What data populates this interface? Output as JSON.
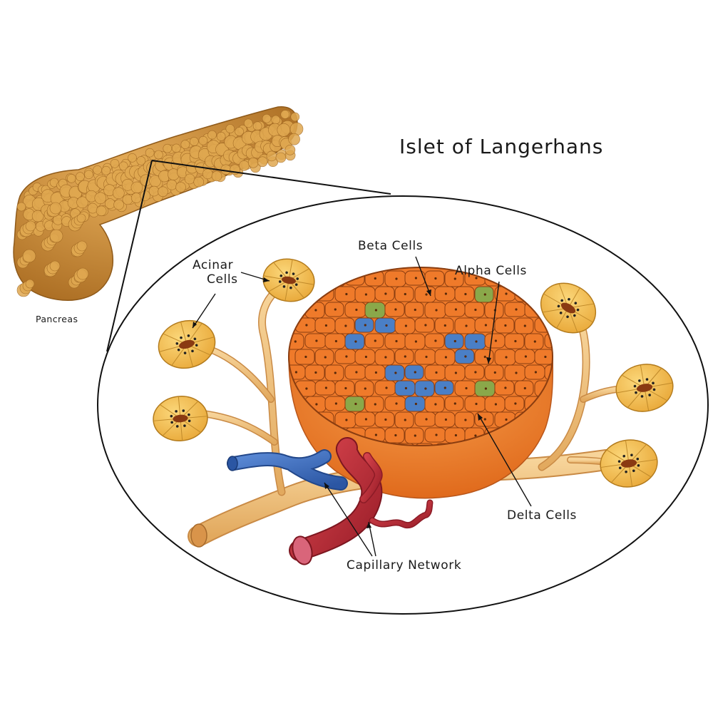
{
  "title": "Islet of Langerhans",
  "labels": {
    "pancreas": "Pancreas",
    "acinar_line1": "Acinar",
    "acinar_line2": "Cells",
    "beta": "Beta Cells",
    "alpha": "Alpha Cells",
    "delta": "Delta Cells",
    "capillary": "Capillary Network"
  },
  "colors": {
    "pancreas": "#c9862e",
    "pancreas_bump": "#e0a850",
    "beta_cell": "#ef7a2a",
    "beta_cell_edge": "#8a3d10",
    "islet_side": "#f08a35",
    "alpha_cell": "#4a7fc6",
    "delta_cell": "#8aa84a",
    "acinar": "#f6c456",
    "duct": "#f2c078",
    "vein": "#3f6fbf",
    "artery": "#c7333c"
  }
}
